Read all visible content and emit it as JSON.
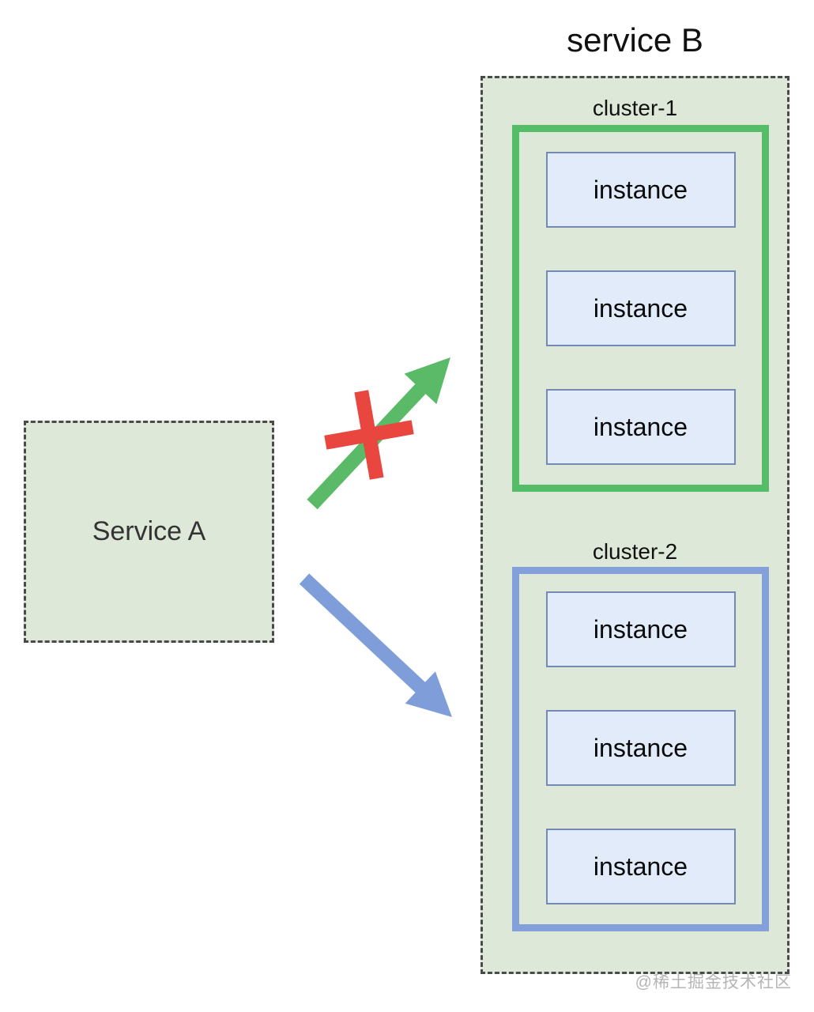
{
  "service_a": {
    "label": "Service A"
  },
  "service_b": {
    "label": "service B",
    "clusters": [
      {
        "label": "cluster-1",
        "instances": [
          "instance",
          "instance",
          "instance"
        ]
      },
      {
        "label": "cluster-2",
        "instances": [
          "instance",
          "instance",
          "instance"
        ]
      }
    ]
  },
  "watermark": "@稀土掘金技术社区",
  "colors": {
    "panel_bg": "#dee8d8",
    "panel_border": "#4a4a4a",
    "title_text": "#111111",
    "label_text": "#111111",
    "service_a_text": "#333333",
    "cluster1_border": "#55bd68",
    "cluster2_border": "#84a0da",
    "instance_bg": "#e2ebfa",
    "instance_border": "#7589b6",
    "green_arrow": "#5bba68",
    "blue_arrow": "#7f9ed9",
    "red_cross": "#e9463f",
    "watermark_color": "#a9a9a9"
  }
}
